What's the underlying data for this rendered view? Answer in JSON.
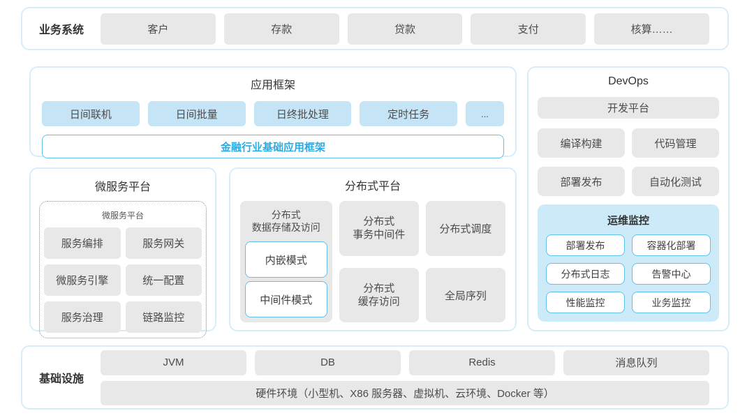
{
  "colors": {
    "panel_border": "#d7eef8",
    "box_gray": "#e8e8e8",
    "box_blue": "#c5e5f6",
    "accent_text": "#2aabe2",
    "accent_border": "#5fc0ea",
    "monitor_bg": "#cdeaf9",
    "text_dark": "#333333",
    "text_box": "#4c4c4c"
  },
  "business_systems": {
    "label": "业务系统",
    "items": [
      "客户",
      "存款",
      "贷款",
      "支付",
      "核算……"
    ]
  },
  "app_framework": {
    "title": "应用框架",
    "items": [
      "日间联机",
      "日间批量",
      "日终批处理",
      "定时任务",
      "..."
    ],
    "base": "金融行业基础应用框架"
  },
  "microservice": {
    "title": "微服务平台",
    "inner_title": "微服务平台",
    "items": [
      "服务编排",
      "服务网关",
      "微服务引擎",
      "统一配置",
      "服务治理",
      "链路监控"
    ]
  },
  "distributed": {
    "title": "分布式平台",
    "storage": {
      "line1": "分布式",
      "line2": "数据存储及访问",
      "modes": [
        "内嵌模式",
        "中间件模式"
      ]
    },
    "transaction": {
      "line1": "分布式",
      "line2": "事务中间件"
    },
    "scheduling": "分布式调度",
    "cache": {
      "line1": "分布式",
      "line2": "缓存访问"
    },
    "sequence": "全局序列"
  },
  "devops": {
    "title": "DevOps",
    "platform": "开发平台",
    "items": [
      "编译构建",
      "代码管理",
      "部署发布",
      "自动化测试"
    ],
    "monitor": {
      "title": "运维监控",
      "items": [
        "部署发布",
        "容器化部署",
        "分布式日志",
        "告警中心",
        "性能监控",
        "业务监控"
      ]
    }
  },
  "infrastructure": {
    "label": "基础设施",
    "items": [
      "JVM",
      "DB",
      "Redis",
      "消息队列"
    ],
    "hardware": "硬件环境（小型机、X86 服务器、虚拟机、云环境、Docker 等）"
  }
}
